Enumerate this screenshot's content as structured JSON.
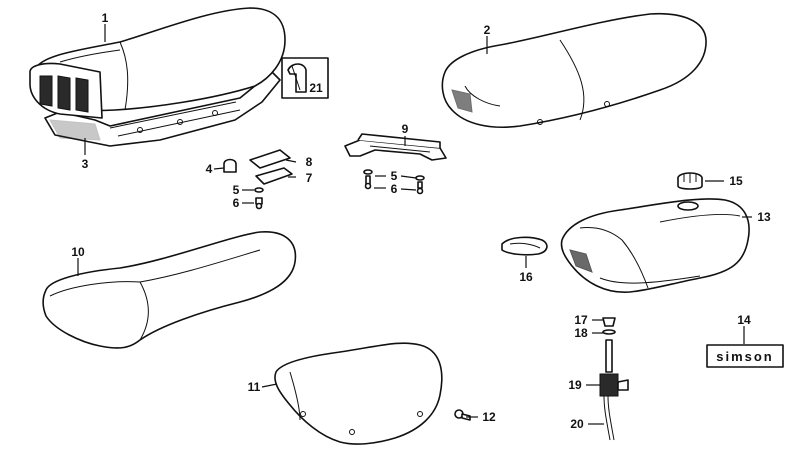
{
  "callouts": {
    "c1": "1",
    "c2": "2",
    "c3": "3",
    "c4": "4",
    "c5a": "5",
    "c5b": "5",
    "c6a": "6",
    "c6b": "6",
    "c7": "7",
    "c8": "8",
    "c9": "9",
    "c10": "10",
    "c11": "11",
    "c12": "12",
    "c13": "13",
    "c14": "14",
    "c15": "15",
    "c16": "16",
    "c17": "17",
    "c18": "18",
    "c19": "19",
    "c20": "20",
    "c21": "21"
  },
  "badge": {
    "text": "simson"
  }
}
